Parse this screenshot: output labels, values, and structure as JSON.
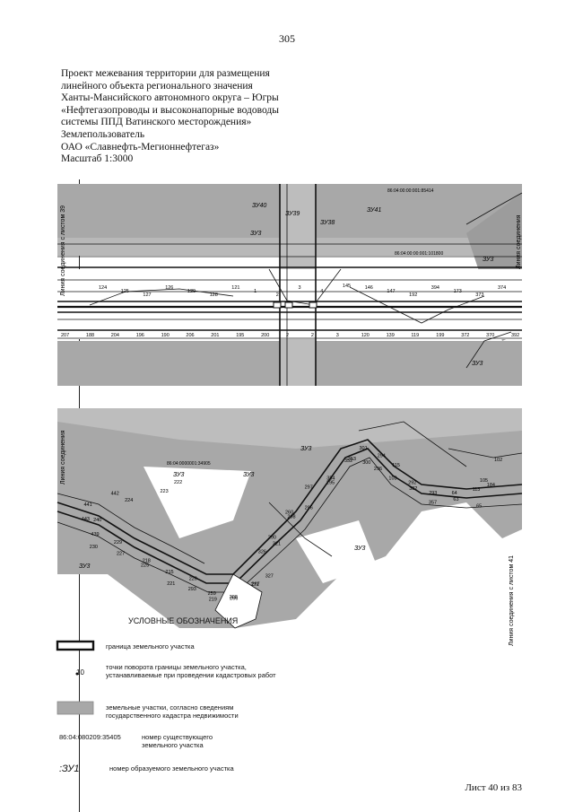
{
  "page_number": "305",
  "header": {
    "lines": [
      "Проект межевания территории для размещения",
      "линейного объекта регионального значения",
      "Ханты-Мансийского автономного округа – Югры",
      "«Нефтегазопроводы и высоконапорные водоводы",
      "системы ППД Ватинского месторождения»",
      "Землепользователь",
      "ОАО «Славнефть-Мегионнефтегаз»",
      "Масштаб 1:3000"
    ]
  },
  "map_top": {
    "left_link": "Линия соединения с листом 39",
    "right_link": "Линия соединения",
    "cadastral_1": "86:04:00:00:001:85414",
    "cadastral_2": "86:04:00:00:001:101800",
    "plot_labels": [
      "ЗУ40",
      "ЗУ39",
      "ЗУ38",
      "ЗУ41",
      "ЗУ3",
      "ЗУ3",
      "ЗУ3"
    ],
    "points_upper": [
      "124",
      "125",
      "127",
      "126",
      "129",
      "128",
      "121",
      "1",
      "2",
      "3",
      "4",
      "145",
      "146",
      "147",
      "192",
      "394",
      "173",
      "373",
      "374"
    ],
    "points_lower": [
      "207",
      "188",
      "204",
      "196",
      "190",
      "206",
      "201",
      "195",
      "200",
      "2",
      "2",
      "3",
      "120",
      "139",
      "119",
      "199",
      "372",
      "370",
      "392"
    ]
  },
  "map_bottom": {
    "left_link": "Линия соединения",
    "right_link": "Линия соединения с листом 41",
    "cadastral": "86:04:0000001:34905",
    "plot_labels": [
      "ЗУ3",
      "ЗУ3",
      "ЗУ3",
      "ЗУ3",
      "ЗУ3"
    ],
    "points": [
      "222",
      "223",
      "224",
      "442",
      "441",
      "240",
      "443",
      "439",
      "230",
      "229",
      "227",
      "225",
      "218",
      "215",
      "221",
      "220",
      "293",
      "219",
      "259",
      "208",
      "266",
      "267",
      "271",
      "327",
      "326",
      "321",
      "290",
      "298",
      "260",
      "296",
      "297",
      "295",
      "354",
      "353",
      "352",
      "300",
      "301",
      "294",
      "296",
      "115",
      "103",
      "382",
      "292",
      "293",
      "357",
      "64",
      "63",
      "65",
      "113",
      "184",
      "105",
      "102"
    ]
  },
  "legend": {
    "title": "УСЛОВНЫЕ ОБОЗНАЧЕНИЯ",
    "items": [
      {
        "sample": "",
        "text": "граница земельного участка"
      },
      {
        "sample": "10",
        "text": "точки поворота границы земельного участка, устанавливаемые при проведении кадастровых работ"
      },
      {
        "sample": "",
        "text": "земельные участки, согласно сведениям государственного кадастра недвижимости"
      },
      {
        "sample": "86:04:080209:35405",
        "text": "номер существующего земельного участка"
      },
      {
        "sample": ":ЗУ1",
        "text": "номер образуемого земельного участка"
      }
    ]
  },
  "footer": "Лист 40 из 83",
  "colors": {
    "parcel_fill": "#a8a8a8",
    "boundary": "#111111",
    "paper": "#ffffff"
  }
}
